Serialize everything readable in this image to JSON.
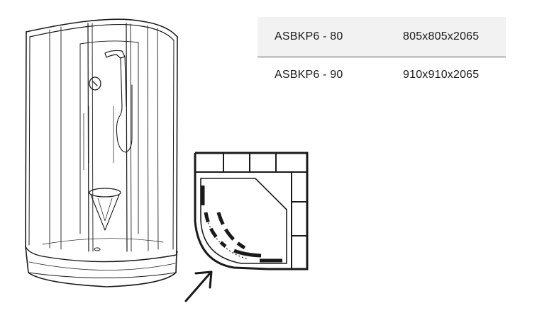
{
  "specs": [
    {
      "model": "ASBKP6 - 80",
      "dimensions": "805x805x2065"
    },
    {
      "model": "ASBKP6 - 90",
      "dimensions": "910x910x2065"
    }
  ],
  "colors": {
    "line": "#1a1a1a",
    "row_highlight": "#f2f2f2"
  },
  "icons": [
    "shower-cabin-drawing",
    "floor-plan-icon",
    "arrow-icon"
  ]
}
